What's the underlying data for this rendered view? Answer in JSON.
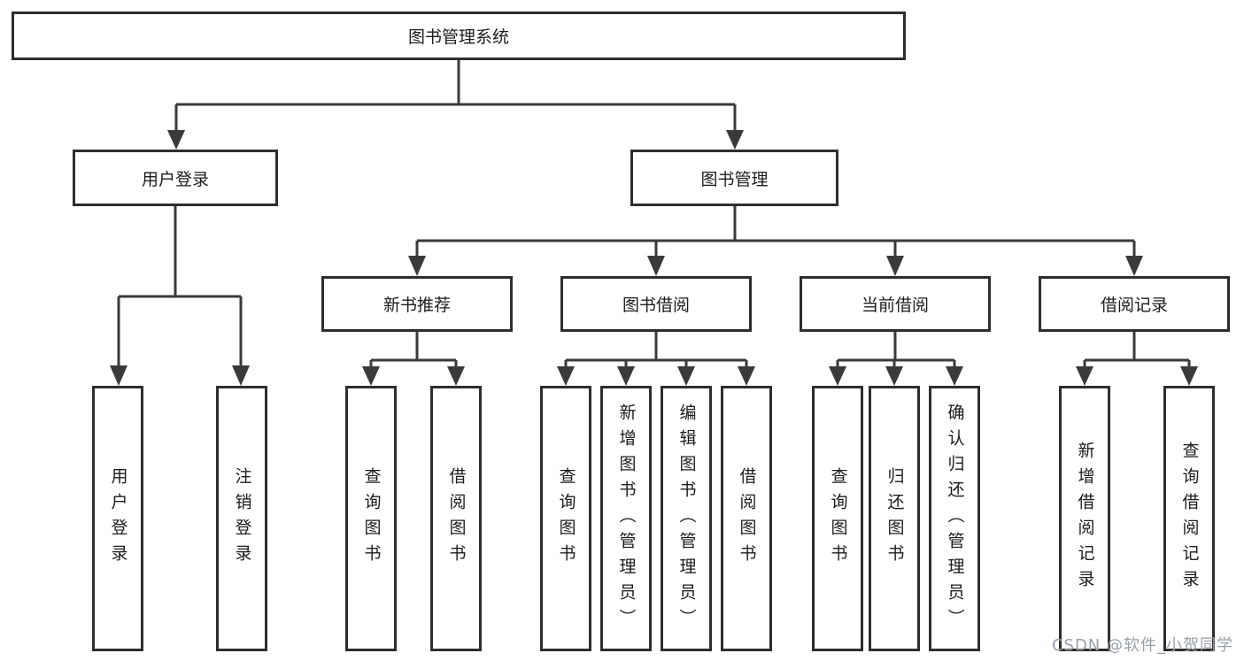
{
  "diagram": {
    "root": "图书管理系统",
    "level2": [
      "用户登录",
      "图书管理"
    ],
    "level3": [
      "新书推荐",
      "图书借阅",
      "当前借阅",
      "借阅记录"
    ],
    "leaves": {
      "user_login": [
        "用户登录",
        "注销登录"
      ],
      "new_book_recommend": [
        "查询图书",
        "借阅图书"
      ],
      "book_borrow": [
        "查询图书",
        "新增图书（管理员）",
        "编辑图书（管理员）",
        "借阅图书"
      ],
      "current_borrow": [
        "查询图书",
        "归还图书",
        "确认归还（管理员）"
      ],
      "borrow_record": [
        "新增借阅记录",
        "查询借阅记录"
      ]
    }
  },
  "watermark": "CSDN @软件_小贺同学",
  "colors": {
    "line": "#3a3a3a",
    "box_border": "#2e2e2e",
    "text": "#1c1c1c",
    "watermark": "#9aa0a8",
    "bg": "#ffffff"
  }
}
